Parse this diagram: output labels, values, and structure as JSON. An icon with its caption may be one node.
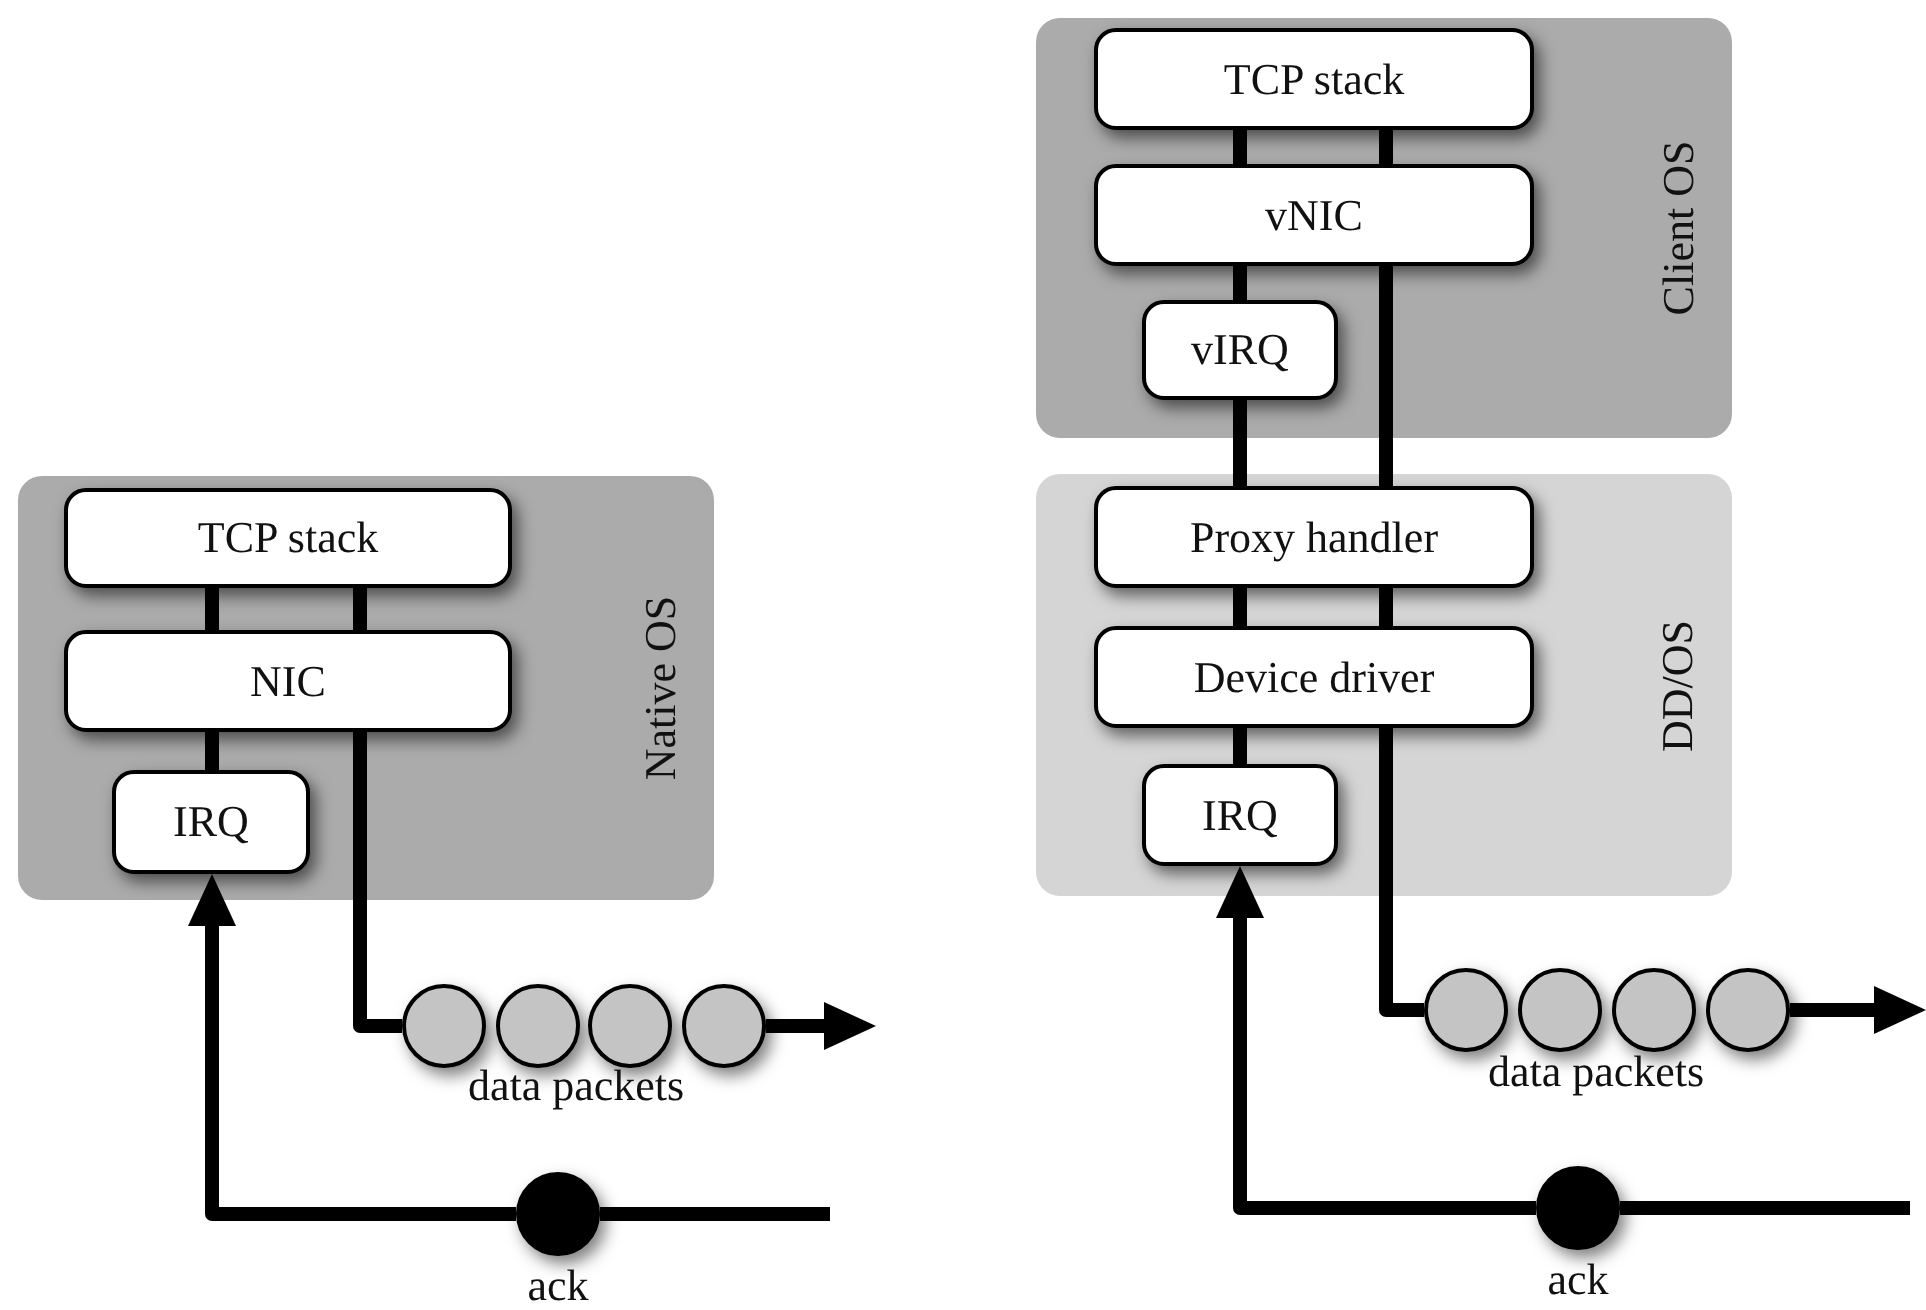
{
  "diagram": {
    "nodes": [
      {
        "text": [
          "Native OS"
        ]
      },
      {
        "text": [
          "TCP stack"
        ],
        "in": 0
      },
      {
        "text": [
          "NIC"
        ],
        "in": 0
      },
      {
        "text": [
          "IRQ"
        ],
        "in": 0
      },
      {
        "text": [],
        "shape": "circle"
      },
      {
        "text": [],
        "shape": "circle"
      },
      {
        "text": [],
        "shape": "circle"
      },
      {
        "text": [],
        "shape": "circle"
      },
      {
        "text": [],
        "shape": "circle",
        "beside": [
          "ack"
        ]
      },
      {
        "text": [
          "Client OS"
        ]
      },
      {
        "text": [
          "TCP stack"
        ],
        "in": 9
      },
      {
        "text": [
          "vNIC"
        ],
        "in": 9
      },
      {
        "text": [
          "vIRQ"
        ],
        "in": 9
      },
      {
        "text": [
          "DD/OS"
        ]
      },
      {
        "text": [
          "Proxy handler"
        ],
        "in": 13
      },
      {
        "text": [
          "Device driver"
        ],
        "in": 13
      },
      {
        "text": [
          "IRQ"
        ],
        "in": 13
      },
      {
        "text": [],
        "shape": "circle"
      },
      {
        "text": [],
        "shape": "circle"
      },
      {
        "text": [],
        "shape": "circle"
      },
      {
        "text": [],
        "shape": "circle"
      },
      {
        "text": [],
        "shape": "circle",
        "beside": [
          "ack"
        ]
      }
    ],
    "edges": [
      {
        "from": 1,
        "to": 2,
        "arrow": "none"
      },
      {
        "from": 1,
        "to": 2,
        "arrow": "none"
      },
      {
        "from": 2,
        "to": 3,
        "arrow": "none"
      },
      {
        "from": 2,
        "to": 4,
        "arrow": "none"
      },
      {
        "from": 7,
        "to": null,
        "arrow": "to"
      },
      {
        "from": null,
        "to": 8,
        "arrow": "none"
      },
      {
        "from": 8,
        "to": 3,
        "arrow": "to"
      },
      {
        "from": 10,
        "to": 11,
        "arrow": "none"
      },
      {
        "from": 10,
        "to": 11,
        "arrow": "none"
      },
      {
        "from": 11,
        "to": 12,
        "arrow": "none"
      },
      {
        "from": 12,
        "to": 14,
        "arrow": "none"
      },
      {
        "from": 11,
        "to": 14,
        "arrow": "none"
      },
      {
        "from": 14,
        "to": 15,
        "arrow": "none"
      },
      {
        "from": 14,
        "to": 15,
        "arrow": "none"
      },
      {
        "from": 15,
        "to": 16,
        "arrow": "none"
      },
      {
        "from": 15,
        "to": 17,
        "arrow": "none"
      },
      {
        "from": 20,
        "to": null,
        "arrow": "to"
      },
      {
        "from": null,
        "to": 21,
        "arrow": "none"
      },
      {
        "from": 21,
        "to": 16,
        "arrow": "to"
      }
    ],
    "labels": [
      "data packets",
      "data packets"
    ]
  }
}
